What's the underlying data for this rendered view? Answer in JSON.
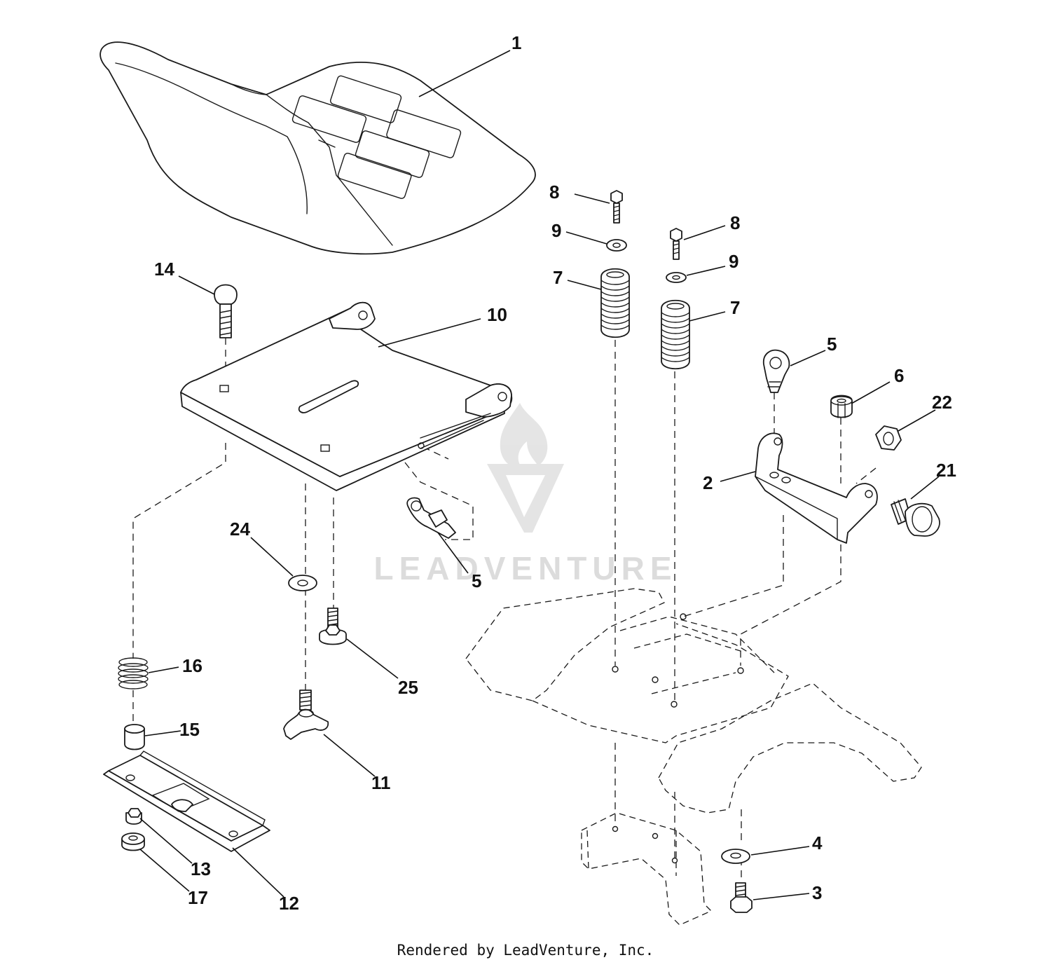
{
  "callouts": [
    {
      "id": "c1",
      "label": "1"
    },
    {
      "id": "c2",
      "label": "2"
    },
    {
      "id": "c3",
      "label": "3"
    },
    {
      "id": "c4",
      "label": "4"
    },
    {
      "id": "c5a",
      "label": "5"
    },
    {
      "id": "c5b",
      "label": "5"
    },
    {
      "id": "c6",
      "label": "6"
    },
    {
      "id": "c7a",
      "label": "7"
    },
    {
      "id": "c7b",
      "label": "7"
    },
    {
      "id": "c8a",
      "label": "8"
    },
    {
      "id": "c8b",
      "label": "8"
    },
    {
      "id": "c9a",
      "label": "9"
    },
    {
      "id": "c9b",
      "label": "9"
    },
    {
      "id": "c10",
      "label": "10"
    },
    {
      "id": "c11",
      "label": "11"
    },
    {
      "id": "c12",
      "label": "12"
    },
    {
      "id": "c13",
      "label": "13"
    },
    {
      "id": "c14",
      "label": "14"
    },
    {
      "id": "c15",
      "label": "15"
    },
    {
      "id": "c16",
      "label": "16"
    },
    {
      "id": "c17",
      "label": "17"
    },
    {
      "id": "c21",
      "label": "21"
    },
    {
      "id": "c22",
      "label": "22"
    },
    {
      "id": "c24",
      "label": "24"
    },
    {
      "id": "c25",
      "label": "25"
    }
  ],
  "watermark": {
    "text": "LEADVENTURE"
  },
  "footer": {
    "text": "Rendered by LeadVenture, Inc."
  }
}
